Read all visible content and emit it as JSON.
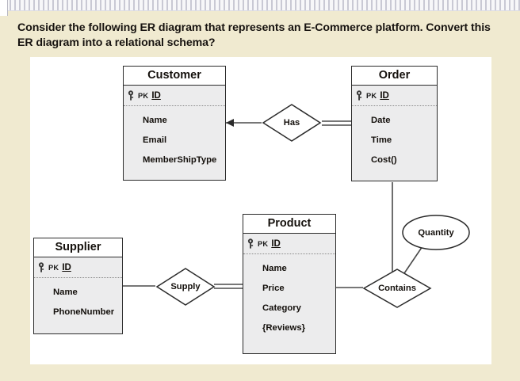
{
  "prompt": {
    "text": "Consider the following ER diagram that represents an E-Commerce platform. Convert this ER diagram into a relational schema?"
  },
  "diagram": {
    "type": "er-diagram",
    "entities": [
      {
        "id": "customer",
        "title": "Customer",
        "pk_badge": "PK",
        "pk_attribute": "ID",
        "attributes": [
          "Name",
          "Email",
          "MemberShipType"
        ]
      },
      {
        "id": "order",
        "title": "Order",
        "pk_badge": "PK",
        "pk_attribute": "ID",
        "attributes": [
          "Date",
          "Time",
          "Cost()"
        ]
      },
      {
        "id": "supplier",
        "title": "Supplier",
        "pk_badge": "PK",
        "pk_attribute": "ID",
        "attributes": [
          "Name",
          "PhoneNumber"
        ]
      },
      {
        "id": "product",
        "title": "Product",
        "pk_badge": "PK",
        "pk_attribute": "ID",
        "attributes": [
          "Name",
          "Price",
          "Category",
          "{Reviews}"
        ]
      }
    ],
    "relationships": [
      {
        "id": "has",
        "label": "Has",
        "from": "customer",
        "to": "order"
      },
      {
        "id": "supply",
        "label": "Supply",
        "from": "supplier",
        "to": "product"
      },
      {
        "id": "contains",
        "label": "Contains",
        "from": "order",
        "to": "product"
      }
    ],
    "attributes_ellipse": [
      {
        "id": "quantity",
        "label": "Quantity",
        "attached_to": "contains"
      }
    ],
    "colors": {
      "page_background": "#f0ead0",
      "canvas_background": "#ffffff",
      "entity_border": "#2b2b2b",
      "entity_body": "#ececed",
      "entity_header": "#ffffff",
      "connector": "#4a4a4a",
      "text": "#14100c"
    }
  }
}
